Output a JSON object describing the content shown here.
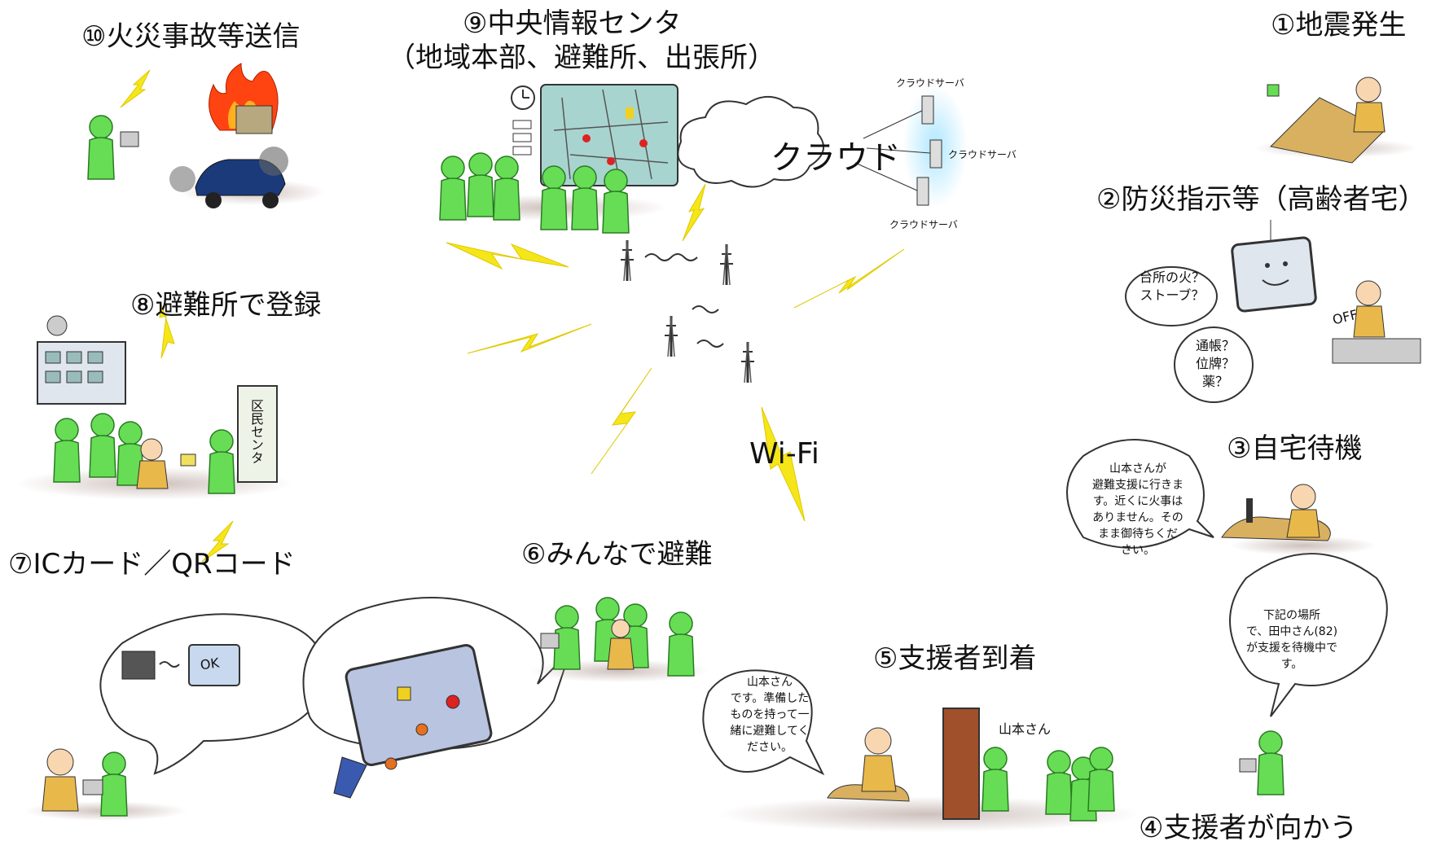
{
  "steps": {
    "s1": "①地震発生",
    "s2": "②防災指示等（高齢者宅）",
    "s3": "③自宅待機",
    "s4": "④支援者が向かう",
    "s5": "⑤支援者到着",
    "s6": "⑥みんなで避難",
    "s7": "⑦ICカード／QRコード",
    "s8": "⑧避難所で登録",
    "s9": "⑨中央情報センタ",
    "s9_sub": "（地域本部、避難所、出張所）",
    "s10": "⑩火災事故等送信"
  },
  "center": {
    "wifi": "Wi-Fi",
    "cloud": "クラウド",
    "servers": [
      "クラウドサーバ",
      "クラウドサーバ",
      "クラウドサーバ"
    ]
  },
  "bubbles": {
    "kitchen": [
      "台所の火？",
      "ストーブ？"
    ],
    "items": [
      "通帳？",
      "位牌？",
      "薬？"
    ],
    "wait": [
      "山本さんが",
      "避難支援に行きま",
      "す。近くに火事は",
      "ありません。その",
      "まま御待ちくだ",
      "さい。"
    ],
    "tanaka": [
      "下記の場所",
      "で、田中さん(82)",
      "が支援を待機中で",
      "す。"
    ],
    "yamamoto": [
      "山本さん",
      "です。準備した",
      "ものを持って一",
      "緒に避難してく",
      "ださい。"
    ],
    "ok": "OK"
  },
  "scene_text": {
    "name_tag": "山本さん",
    "off": "OFF",
    "sign": "区民センタ"
  },
  "colors": {
    "figure": "#66dd55",
    "bolt": "#f5e61a",
    "fire": "#ff4411",
    "glow": "#a6e4ff"
  }
}
